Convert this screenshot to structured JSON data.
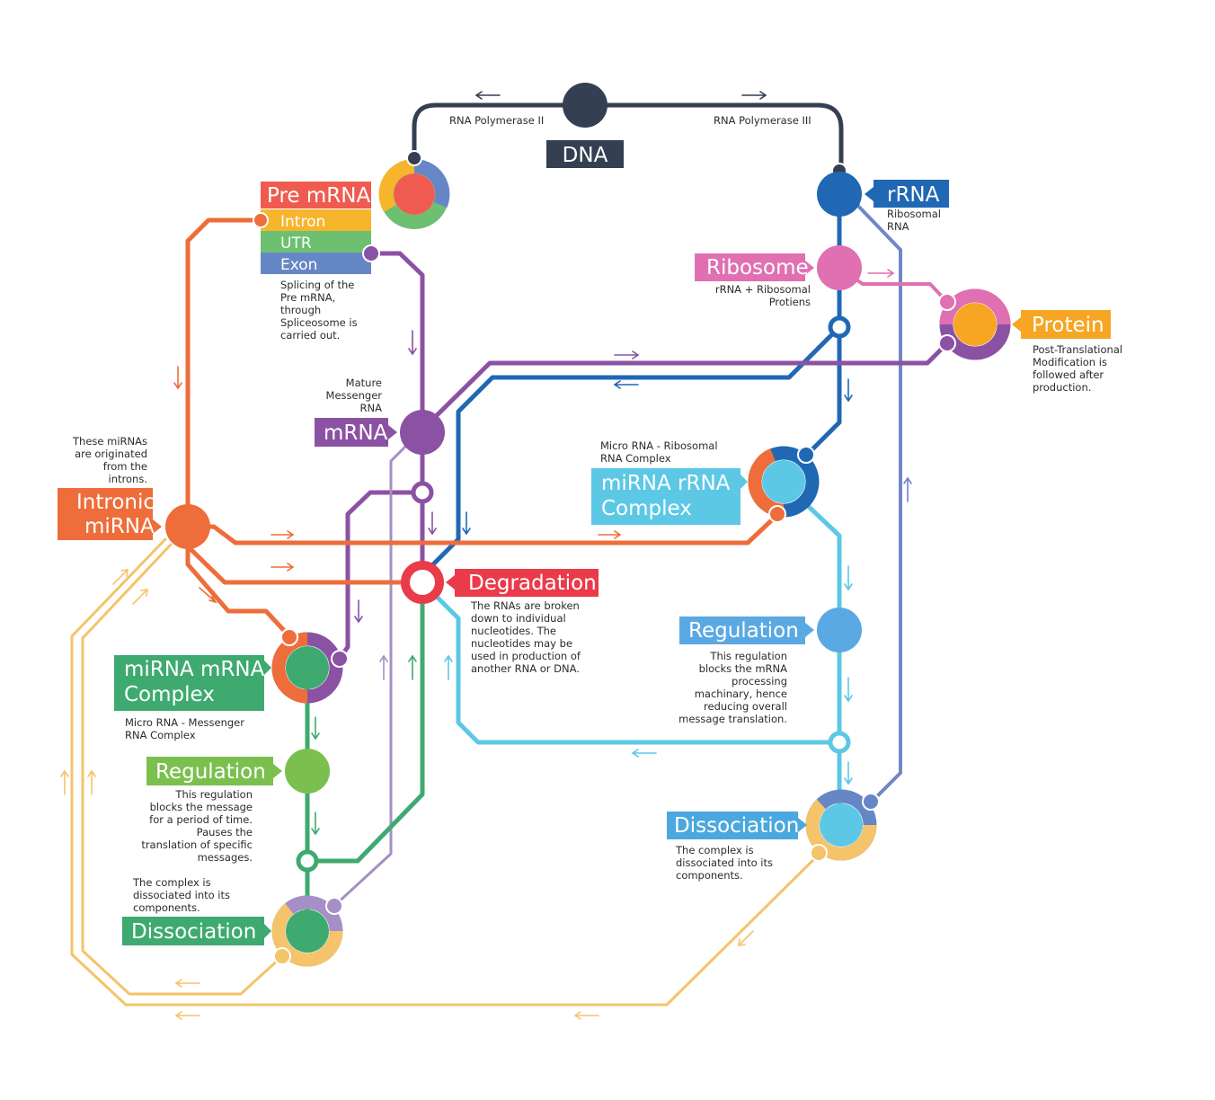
{
  "colors": {
    "dna": "#343f52",
    "pre_mrna": "#ef5b50",
    "intron": "#f7b52c",
    "utr": "#6cc070",
    "exon": "#6687c5",
    "intronic_mirna": "#ee6d3a",
    "mrna": "#8b52a3",
    "rrna": "#2068b4",
    "ribosome": "#e070b1",
    "protein": "#f6a623",
    "mirna_rrna": "#5cc8e6",
    "degradation": "#ea3b4a",
    "mirna_mrna": "#3eaa70",
    "regulation_green": "#7bc04e",
    "regulation_blue": "#5aa9e3",
    "dissociation_blue": "#4aa8df",
    "yellow_line": "#f4c36a",
    "lavender_line": "#a58fc6",
    "rrna_line_light": "#7186c6"
  },
  "nodes": {
    "dna": {
      "label": "DNA"
    },
    "pre_mrna": {
      "label": "Pre mRNA",
      "intron": "Intron",
      "utr": "UTR",
      "exon": "Exon",
      "note": [
        "Splicing of the",
        "Pre mRNA,",
        "through",
        "Spliceosome is",
        "carried out."
      ]
    },
    "rrna": {
      "label": "rRNA",
      "note": [
        "Ribosomal",
        "RNA"
      ]
    },
    "ribosome": {
      "label": "Ribosome",
      "note": [
        "rRNA + Ribosomal",
        "Protiens"
      ]
    },
    "protein": {
      "label": "Protein",
      "note": [
        "Post-Translational",
        "Modification is",
        "followed after",
        "production."
      ]
    },
    "mrna": {
      "label": "mRNA",
      "note": [
        "Mature",
        "Messenger",
        "RNA"
      ]
    },
    "intronic_mirna": {
      "label": [
        "Intronic",
        "miRNA"
      ],
      "note": [
        "These miRNAs",
        "are originated",
        "from the",
        "introns."
      ]
    },
    "mirna_rrna": {
      "label": [
        "miRNA rRNA",
        "Complex"
      ],
      "note": [
        "Micro RNA - Ribosomal",
        "RNA Complex"
      ]
    },
    "degradation": {
      "label": "Degradation",
      "note": [
        "The RNAs are broken",
        "down to individual",
        "nucleotides. The",
        "nucleotides may be",
        "used in production of",
        "another RNA or DNA."
      ]
    },
    "regulation_blue": {
      "label": "Regulation",
      "note": [
        "This regulation",
        "blocks the mRNA",
        "processing",
        "machinary, hence",
        "reducing overall",
        "message translation."
      ]
    },
    "mirna_mrna": {
      "label": [
        "miRNA mRNA",
        "Complex"
      ],
      "note": [
        "Micro RNA - Messenger",
        "RNA Complex"
      ]
    },
    "regulation_green": {
      "label": "Regulation",
      "note": [
        "This regulation",
        "blocks the message",
        "for a period of time.",
        "Pauses the",
        "translation of specific",
        "messages."
      ]
    },
    "dissociation_left": {
      "label": "Dissociation",
      "note": [
        "The complex is",
        "dissociated into its",
        "components."
      ]
    },
    "dissociation_right": {
      "label": "Dissociation",
      "note": [
        "The complex is",
        "dissociated into its",
        "components."
      ]
    }
  },
  "edge_labels": {
    "polymerase_2": "RNA Polymerase II",
    "polymerase_3": "RNA Polymerase III"
  }
}
